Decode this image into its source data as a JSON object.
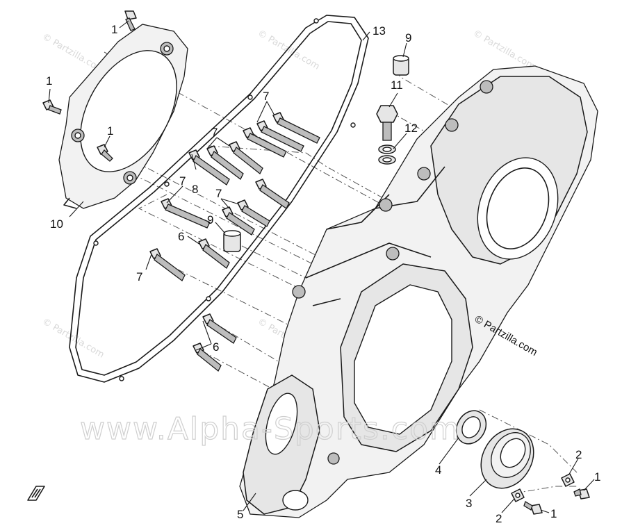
{
  "callouts": {
    "c1a": "1",
    "c1b": "1",
    "c1c": "1",
    "c1d": "1",
    "c1e": "1",
    "c2a": "2",
    "c2b": "2",
    "c3": "3",
    "c4": "4",
    "c5": "5",
    "c6a": "6",
    "c6b": "6",
    "c7a": "7",
    "c7b": "7",
    "c7c": "7",
    "c7d": "7",
    "c7e": "7",
    "c8": "8",
    "c9a": "9",
    "c9b": "9",
    "c10": "10",
    "c11": "11",
    "c12": "12",
    "c13": "13"
  },
  "watermarks": {
    "partzilla_small": "© Partzilla.com",
    "partzilla_main": "© Partzilla.com",
    "alpha_sports": "www.Alpha-Sports.com"
  }
}
